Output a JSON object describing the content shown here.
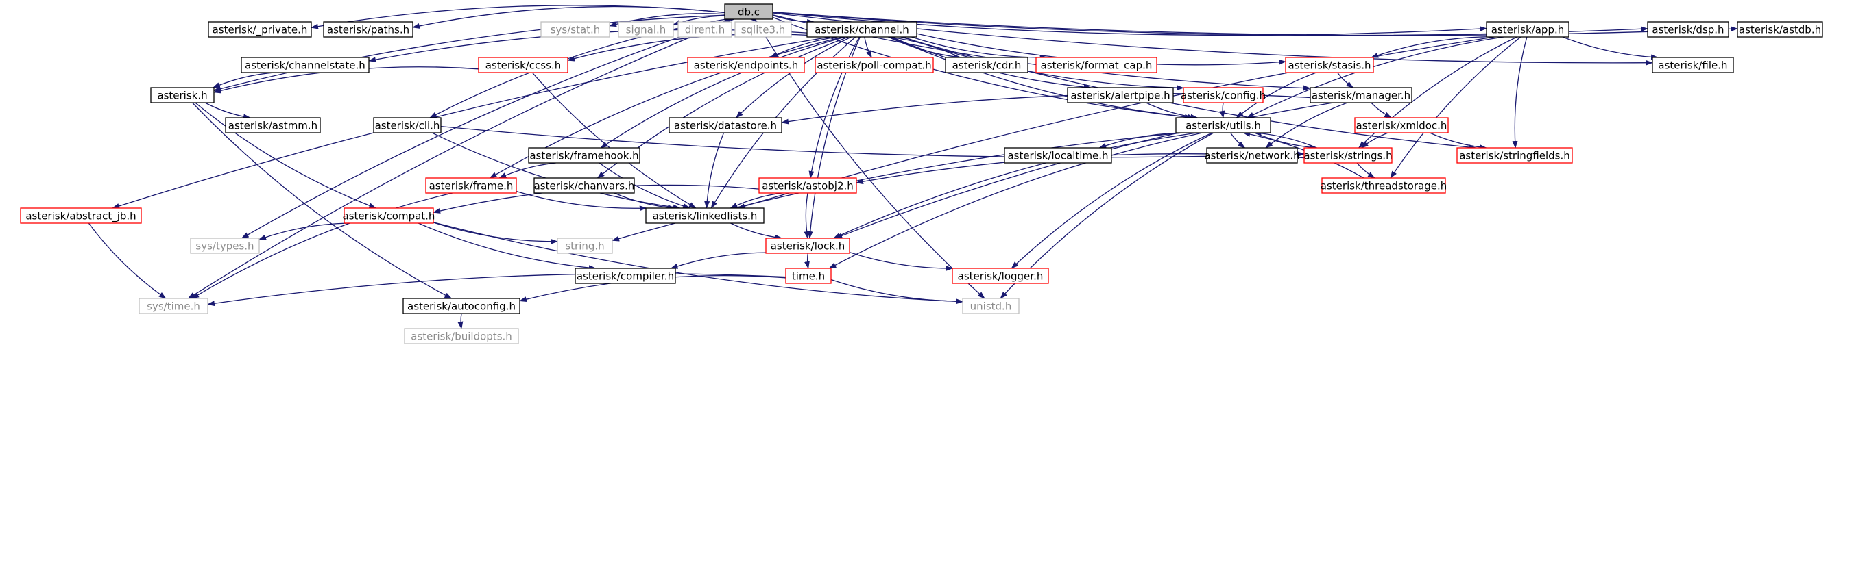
{
  "colors": {
    "edge": "#191970",
    "box_black": "#000000",
    "box_red": "#ff0000",
    "box_gray": "#bfbfbf",
    "root_fill": "#bfbfbf",
    "text_black": "#000000",
    "text_gray": "#8c8c8c"
  },
  "nodes": {
    "db_c": {
      "label": "db.c",
      "style": "root"
    },
    "private_h": {
      "label": "asterisk/_private.h",
      "style": "black"
    },
    "paths_h": {
      "label": "asterisk/paths.h",
      "style": "black"
    },
    "sys_stat_h": {
      "label": "sys/stat.h",
      "style": "gray"
    },
    "signal_h": {
      "label": "signal.h",
      "style": "gray"
    },
    "dirent_h": {
      "label": "dirent.h",
      "style": "gray"
    },
    "sqlite3_h": {
      "label": "sqlite3.h",
      "style": "gray"
    },
    "channel_h": {
      "label": "asterisk/channel.h",
      "style": "black"
    },
    "app_h": {
      "label": "asterisk/app.h",
      "style": "black"
    },
    "dsp_h": {
      "label": "asterisk/dsp.h",
      "style": "black"
    },
    "astdb_h": {
      "label": "asterisk/astdb.h",
      "style": "black"
    },
    "channelstate_h": {
      "label": "asterisk/channelstate.h",
      "style": "black"
    },
    "ccss_h": {
      "label": "asterisk/ccss.h",
      "style": "red"
    },
    "endpoints_h": {
      "label": "asterisk/endpoints.h",
      "style": "red"
    },
    "poll_compat_h": {
      "label": "asterisk/poll-compat.h",
      "style": "red"
    },
    "cdr_h": {
      "label": "asterisk/cdr.h",
      "style": "black"
    },
    "format_cap_h": {
      "label": "asterisk/format_cap.h",
      "style": "red"
    },
    "stasis_h": {
      "label": "asterisk/stasis.h",
      "style": "red"
    },
    "file_h": {
      "label": "asterisk/file.h",
      "style": "black"
    },
    "asterisk_h": {
      "label": "asterisk.h",
      "style": "black"
    },
    "alertpipe_h": {
      "label": "asterisk/alertpipe.h",
      "style": "black"
    },
    "config_h": {
      "label": "asterisk/config.h",
      "style": "red"
    },
    "manager_h": {
      "label": "asterisk/manager.h",
      "style": "black"
    },
    "astmm_h": {
      "label": "asterisk/astmm.h",
      "style": "black"
    },
    "cli_h": {
      "label": "asterisk/cli.h",
      "style": "black"
    },
    "datastore_h": {
      "label": "asterisk/datastore.h",
      "style": "black"
    },
    "utils_h": {
      "label": "asterisk/utils.h",
      "style": "black"
    },
    "xmldoc_h": {
      "label": "asterisk/xmldoc.h",
      "style": "red"
    },
    "framehook_h": {
      "label": "asterisk/framehook.h",
      "style": "black"
    },
    "localtime_h": {
      "label": "asterisk/localtime.h",
      "style": "black"
    },
    "network_h": {
      "label": "asterisk/network.h",
      "style": "black"
    },
    "strings_h": {
      "label": "asterisk/strings.h",
      "style": "red"
    },
    "stringfields_h": {
      "label": "asterisk/stringfields.h",
      "style": "red"
    },
    "frame_h": {
      "label": "asterisk/frame.h",
      "style": "red"
    },
    "chanvars_h": {
      "label": "asterisk/chanvars.h",
      "style": "black"
    },
    "astobj2_h": {
      "label": "asterisk/astobj2.h",
      "style": "red"
    },
    "threadstorage_h": {
      "label": "asterisk/threadstorage.h",
      "style": "red"
    },
    "abstract_jb_h": {
      "label": "asterisk/abstract_jb.h",
      "style": "red"
    },
    "compat_h": {
      "label": "asterisk/compat.h",
      "style": "red"
    },
    "linkedlists_h": {
      "label": "asterisk/linkedlists.h",
      "style": "black"
    },
    "sys_types_h": {
      "label": "sys/types.h",
      "style": "gray"
    },
    "string_h": {
      "label": "string.h",
      "style": "gray"
    },
    "lock_h": {
      "label": "asterisk/lock.h",
      "style": "red"
    },
    "compiler_h": {
      "label": "asterisk/compiler.h",
      "style": "black"
    },
    "time_h": {
      "label": "time.h",
      "style": "red"
    },
    "logger_h": {
      "label": "asterisk/logger.h",
      "style": "red"
    },
    "sys_time_h": {
      "label": "sys/time.h",
      "style": "gray"
    },
    "autoconfig_h": {
      "label": "asterisk/autoconfig.h",
      "style": "black"
    },
    "unistd_h": {
      "label": "unistd.h",
      "style": "gray"
    },
    "buildopts_h": {
      "label": "asterisk/buildopts.h",
      "style": "gray"
    }
  },
  "edges": [
    [
      "db_c",
      "private_h"
    ],
    [
      "db_c",
      "paths_h"
    ],
    [
      "db_c",
      "sys_stat_h"
    ],
    [
      "db_c",
      "signal_h"
    ],
    [
      "db_c",
      "dirent_h"
    ],
    [
      "db_c",
      "sqlite3_h"
    ],
    [
      "db_c",
      "channel_h"
    ],
    [
      "db_c",
      "app_h"
    ],
    [
      "db_c",
      "dsp_h"
    ],
    [
      "db_c",
      "astdb_h"
    ],
    [
      "db_c",
      "asterisk_h"
    ],
    [
      "db_c",
      "cli_h"
    ],
    [
      "db_c",
      "file_h"
    ],
    [
      "db_c",
      "manager_h"
    ],
    [
      "db_c",
      "utils_h"
    ],
    [
      "db_c",
      "sys_types_h"
    ],
    [
      "db_c",
      "sys_time_h"
    ],
    [
      "db_c",
      "unistd_h"
    ],
    [
      "channel_h",
      "abstract_jb_h"
    ],
    [
      "channel_h",
      "channelstate_h"
    ],
    [
      "channel_h",
      "ccss_h"
    ],
    [
      "channel_h",
      "endpoints_h"
    ],
    [
      "channel_h",
      "poll_compat_h"
    ],
    [
      "channel_h",
      "cdr_h"
    ],
    [
      "channel_h",
      "format_cap_h"
    ],
    [
      "channel_h",
      "stasis_h"
    ],
    [
      "channel_h",
      "alertpipe_h"
    ],
    [
      "channel_h",
      "config_h"
    ],
    [
      "channel_h",
      "datastore_h"
    ],
    [
      "channel_h",
      "framehook_h"
    ],
    [
      "channel_h",
      "frame_h"
    ],
    [
      "channel_h",
      "chanvars_h"
    ],
    [
      "channel_h",
      "astobj2_h"
    ],
    [
      "channel_h",
      "lock_h"
    ],
    [
      "channel_h",
      "linkedlists_h"
    ],
    [
      "channel_h",
      "utils_h"
    ],
    [
      "channel_h",
      "stringfields_h"
    ],
    [
      "cdr_h",
      "channel_h"
    ],
    [
      "app_h",
      "stasis_h"
    ],
    [
      "app_h",
      "file_h"
    ],
    [
      "app_h",
      "utils_h"
    ],
    [
      "app_h",
      "strings_h"
    ],
    [
      "app_h",
      "stringfields_h"
    ],
    [
      "app_h",
      "threadstorage_h"
    ],
    [
      "app_h",
      "linkedlists_h"
    ],
    [
      "channelstate_h",
      "asterisk_h"
    ],
    [
      "ccss_h",
      "asterisk_h"
    ],
    [
      "ccss_h",
      "linkedlists_h"
    ],
    [
      "asterisk_h",
      "astmm_h"
    ],
    [
      "asterisk_h",
      "compat_h"
    ],
    [
      "asterisk_h",
      "autoconfig_h"
    ],
    [
      "stasis_h",
      "utils_h"
    ],
    [
      "stasis_h",
      "manager_h"
    ],
    [
      "manager_h",
      "datastore_h"
    ],
    [
      "manager_h",
      "xmldoc_h"
    ],
    [
      "manager_h",
      "network_h"
    ],
    [
      "manager_h",
      "lock_h"
    ],
    [
      "alertpipe_h",
      "utils_h"
    ],
    [
      "config_h",
      "utils_h"
    ],
    [
      "cli_h",
      "strings_h"
    ],
    [
      "cli_h",
      "linkedlists_h"
    ],
    [
      "datastore_h",
      "linkedlists_h"
    ],
    [
      "xmldoc_h",
      "strings_h"
    ],
    [
      "xmldoc_h",
      "stringfields_h"
    ],
    [
      "utils_h",
      "localtime_h"
    ],
    [
      "utils_h",
      "network_h"
    ],
    [
      "utils_h",
      "strings_h"
    ],
    [
      "utils_h",
      "lock_h"
    ],
    [
      "utils_h",
      "time_h"
    ],
    [
      "utils_h",
      "logger_h"
    ],
    [
      "utils_h",
      "string_h"
    ],
    [
      "utils_h",
      "unistd_h"
    ],
    [
      "strings_h",
      "utils_h"
    ],
    [
      "strings_h",
      "astobj2_h"
    ],
    [
      "strings_h",
      "threadstorage_h"
    ],
    [
      "threadstorage_h",
      "utils_h"
    ],
    [
      "framehook_h",
      "frame_h"
    ],
    [
      "framehook_h",
      "linkedlists_h"
    ],
    [
      "frame_h",
      "linkedlists_h"
    ],
    [
      "frame_h",
      "sys_time_h"
    ],
    [
      "chanvars_h",
      "linkedlists_h"
    ],
    [
      "astobj2_h",
      "compat_h"
    ],
    [
      "astobj2_h",
      "linkedlists_h"
    ],
    [
      "astobj2_h",
      "lock_h"
    ],
    [
      "abstract_jb_h",
      "sys_time_h"
    ],
    [
      "compat_h",
      "sys_types_h"
    ],
    [
      "compat_h",
      "string_h"
    ],
    [
      "compat_h",
      "compiler_h"
    ],
    [
      "compat_h",
      "unistd_h"
    ],
    [
      "linkedlists_h",
      "lock_h"
    ],
    [
      "lock_h",
      "compiler_h"
    ],
    [
      "lock_h",
      "time_h"
    ],
    [
      "lock_h",
      "logger_h"
    ],
    [
      "time_h",
      "sys_time_h"
    ],
    [
      "time_h",
      "autoconfig_h"
    ],
    [
      "time_h",
      "unistd_h"
    ],
    [
      "autoconfig_h",
      "buildopts_h"
    ]
  ]
}
